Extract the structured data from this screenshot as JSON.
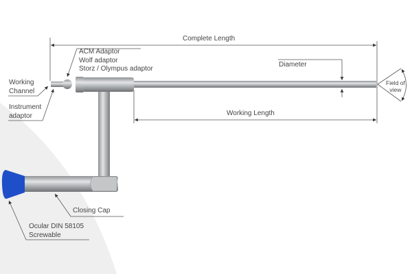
{
  "labels": {
    "complete_length": "Complete Length",
    "working_length": "Working Length",
    "diameter": "Diameter",
    "field_of_view_1": "Field of",
    "field_of_view_2": "view",
    "adaptor_1": "ACM Adaptor",
    "adaptor_2": "Wolf adaptor",
    "adaptor_3": "Storz / Olympus adaptor",
    "working_channel_1": "Working",
    "working_channel_2": "Channel",
    "instrument_adaptor_1": "Instrument",
    "instrument_adaptor_2": "adaptor",
    "closing_cap": "Closing Cap",
    "ocular_1": "Ocular DIN 58105",
    "ocular_2": "Screwable"
  },
  "colors": {
    "ocular_blue": "#1f4fc8",
    "steel": "#a9acae",
    "line": "#555555",
    "background_shape": "#efefef"
  }
}
